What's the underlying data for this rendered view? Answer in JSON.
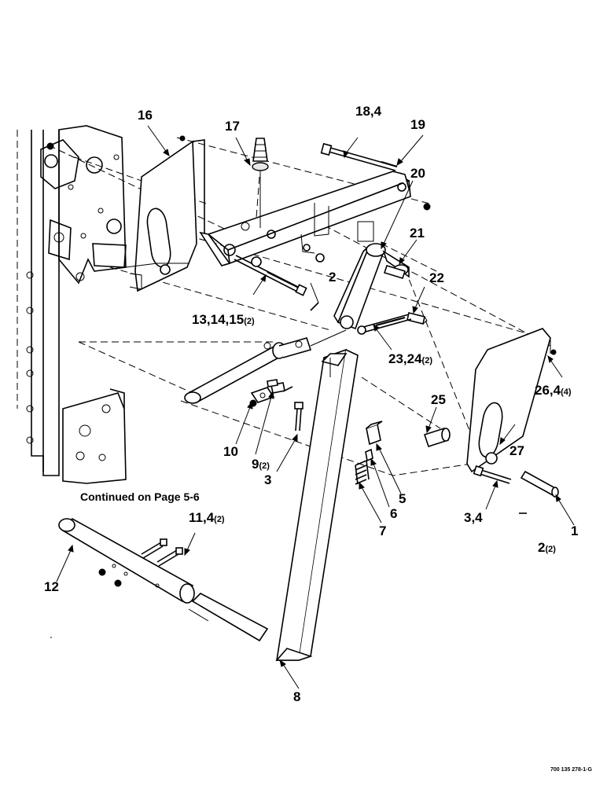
{
  "labels": {
    "p1": "1",
    "p2a": "2",
    "p2b": "2",
    "p2b_qty": "(2)",
    "p3a": "3",
    "p3_4": "3,4",
    "p5": "5",
    "p6": "6",
    "p7": "7",
    "p8": "8",
    "p9": "9",
    "p9_qty": "(2)",
    "p10": "10",
    "p11_4": "11,4",
    "p11_qty": "(2)",
    "p12": "12",
    "p13_15": "13,14,15",
    "p13_qty": "(2)",
    "p16": "16",
    "p17": "17",
    "p18_4": "18,4",
    "p19": "19",
    "p20": "20",
    "p21": "21",
    "p22": "22",
    "p23_24": "23,24",
    "p23_qty": "(2)",
    "p25": "25",
    "p26_4": "26,4",
    "p26_qty": "(4)",
    "p27": "27"
  },
  "note": "Continued on Page 5-6",
  "figure_ref": "700 135 278-1-G"
}
